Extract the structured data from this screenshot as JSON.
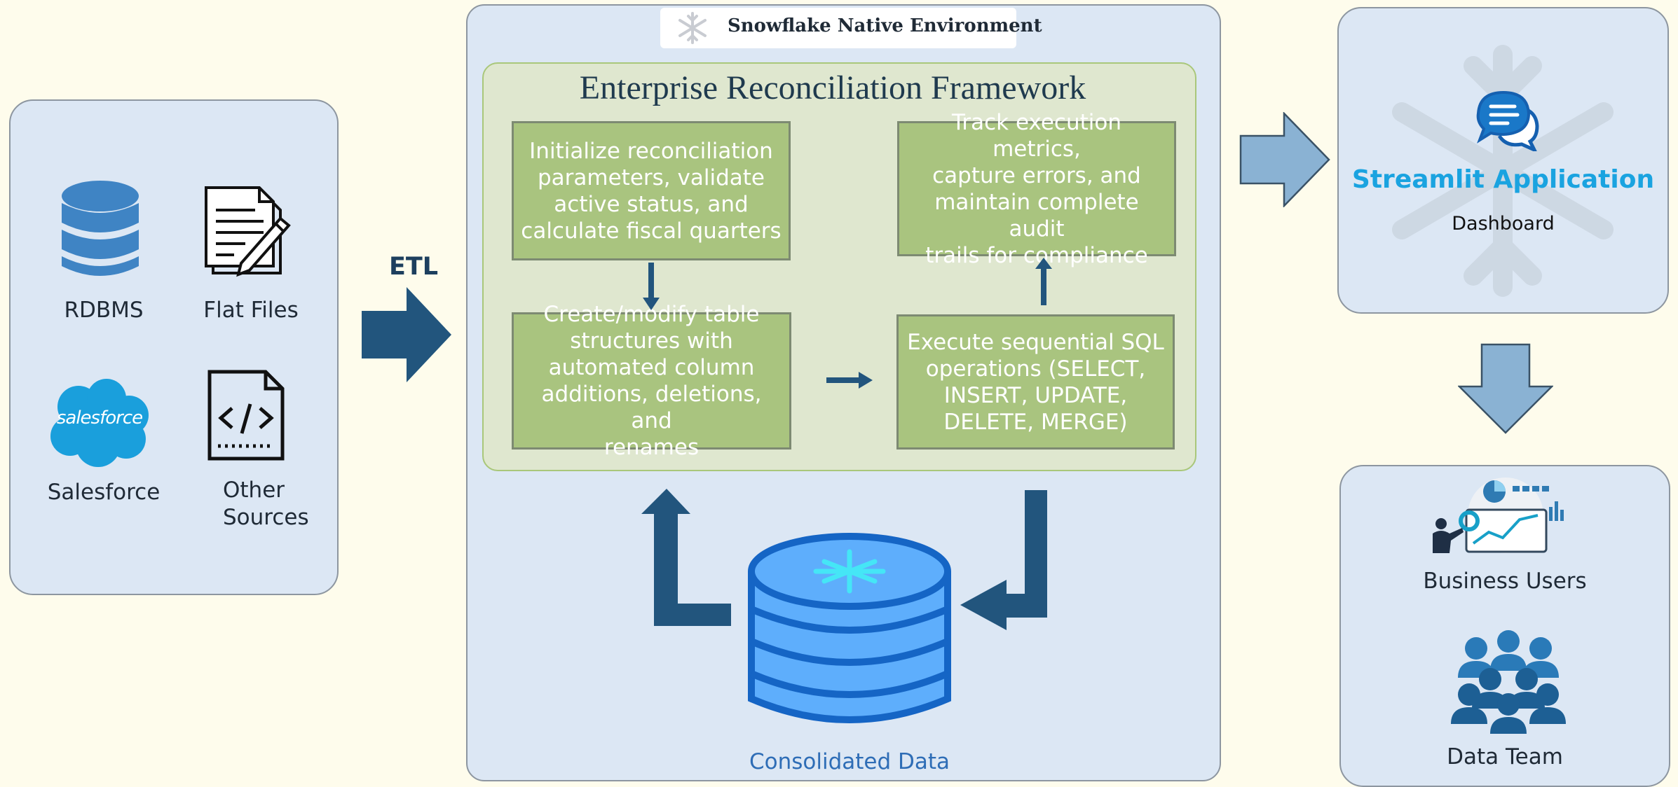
{
  "colors": {
    "background": "#fefcec",
    "panel": "#dce7f4",
    "framework": "#dfe7cf",
    "step": "#a9c47f",
    "dark_arrow": "#22557d",
    "light_arrow": "#8ab2d3",
    "streamlit": "#1aa3e0",
    "database": "#5eaefc"
  },
  "sources": {
    "items": [
      {
        "label": "RDBMS",
        "icon": "database-icon"
      },
      {
        "label": "Flat Files",
        "icon": "document-pen-icon"
      },
      {
        "label": "Salesforce",
        "icon": "salesforce-cloud-icon",
        "logo_text": "salesforce"
      },
      {
        "label_line1": "Other",
        "label_line2": "Sources",
        "icon": "code-file-icon"
      }
    ]
  },
  "etl": {
    "label": "ETL"
  },
  "environment": {
    "title": "Snowflake Native Environment",
    "icon": "snowflake-icon"
  },
  "framework": {
    "title": "Enterprise Reconciliation Framework",
    "steps": [
      {
        "lines": [
          "Initialize reconciliation",
          "parameters, validate",
          "active status, and",
          "calculate fiscal quarters"
        ]
      },
      {
        "lines": [
          "Create/modify table",
          "structures with",
          "automated column",
          "additions, deletions, and",
          "renames"
        ]
      },
      {
        "lines": [
          "Execute sequential SQL",
          "operations (SELECT,",
          "INSERT, UPDATE,",
          "DELETE, MERGE)"
        ]
      },
      {
        "lines": [
          "Track execution metrics,",
          "capture errors, and",
          "maintain complete audit",
          "trails for compliance"
        ]
      }
    ]
  },
  "database": {
    "label": "Consolidated Data",
    "icon": "snowflake-database-icon"
  },
  "streamlit": {
    "title": "Streamlit Application",
    "subtitle": "Dashboard",
    "icon": "chat-bubbles-icon"
  },
  "consumers": {
    "business_users": {
      "label": "Business Users",
      "icon": "analytics-presenter-icon"
    },
    "data_team": {
      "label": "Data Team",
      "icon": "team-people-icon"
    }
  }
}
